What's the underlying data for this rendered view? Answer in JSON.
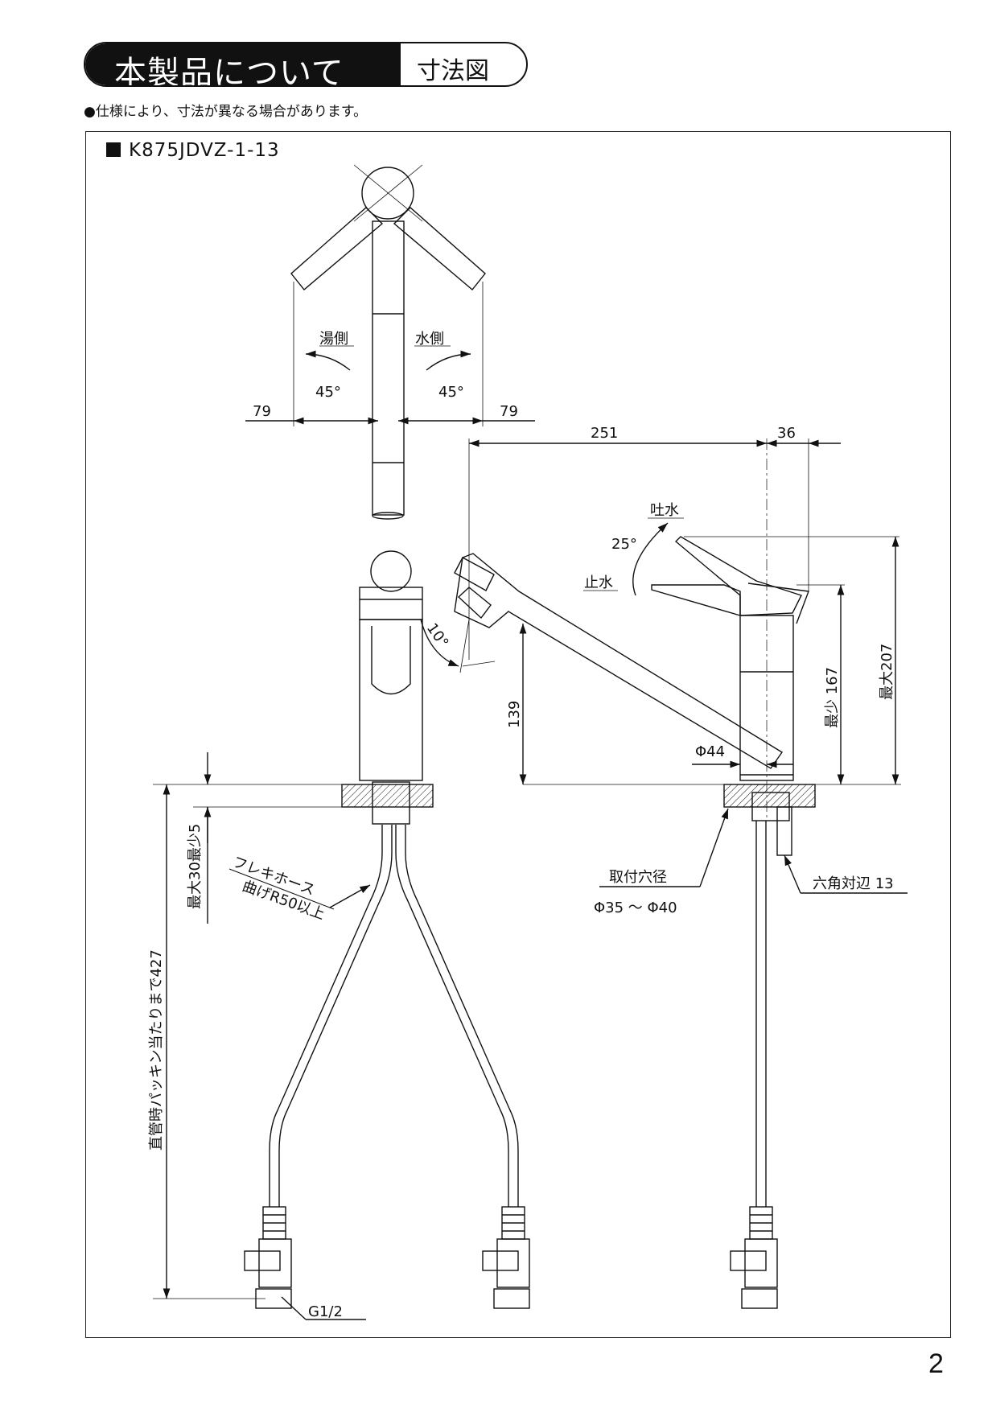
{
  "header": {
    "title": "本製品について",
    "subtitle": "寸法図"
  },
  "note": "●仕様により、寸法が異なる場合があります。",
  "model": "K875JDVZ-1-13",
  "page_number": "2",
  "labels": {
    "hot_side": "湯側",
    "cold_side": "水側",
    "angle_hot": "45°",
    "angle_cold": "45°",
    "dim_79_left": "79",
    "dim_79_right": "79",
    "dim_251": "251",
    "dim_36": "36",
    "spout_out": "吐水",
    "angle_25": "25°",
    "stop_water": "止水",
    "angle_10": "10°",
    "dim_139": "139",
    "dim_min167": "最少 167",
    "dim_max207": "最大207",
    "dim_phi44": "Φ44",
    "dim_30_5": "最大30最少5",
    "hose_line1": "フレキホース",
    "hose_line2": "曲げR50以上",
    "dim_427": "直管時パッキン当たりまで427",
    "thread": "G1/2",
    "hole_title": "取付穴径",
    "hole_range": "Φ35 ～ Φ40",
    "hex": "六角対辺 13"
  }
}
